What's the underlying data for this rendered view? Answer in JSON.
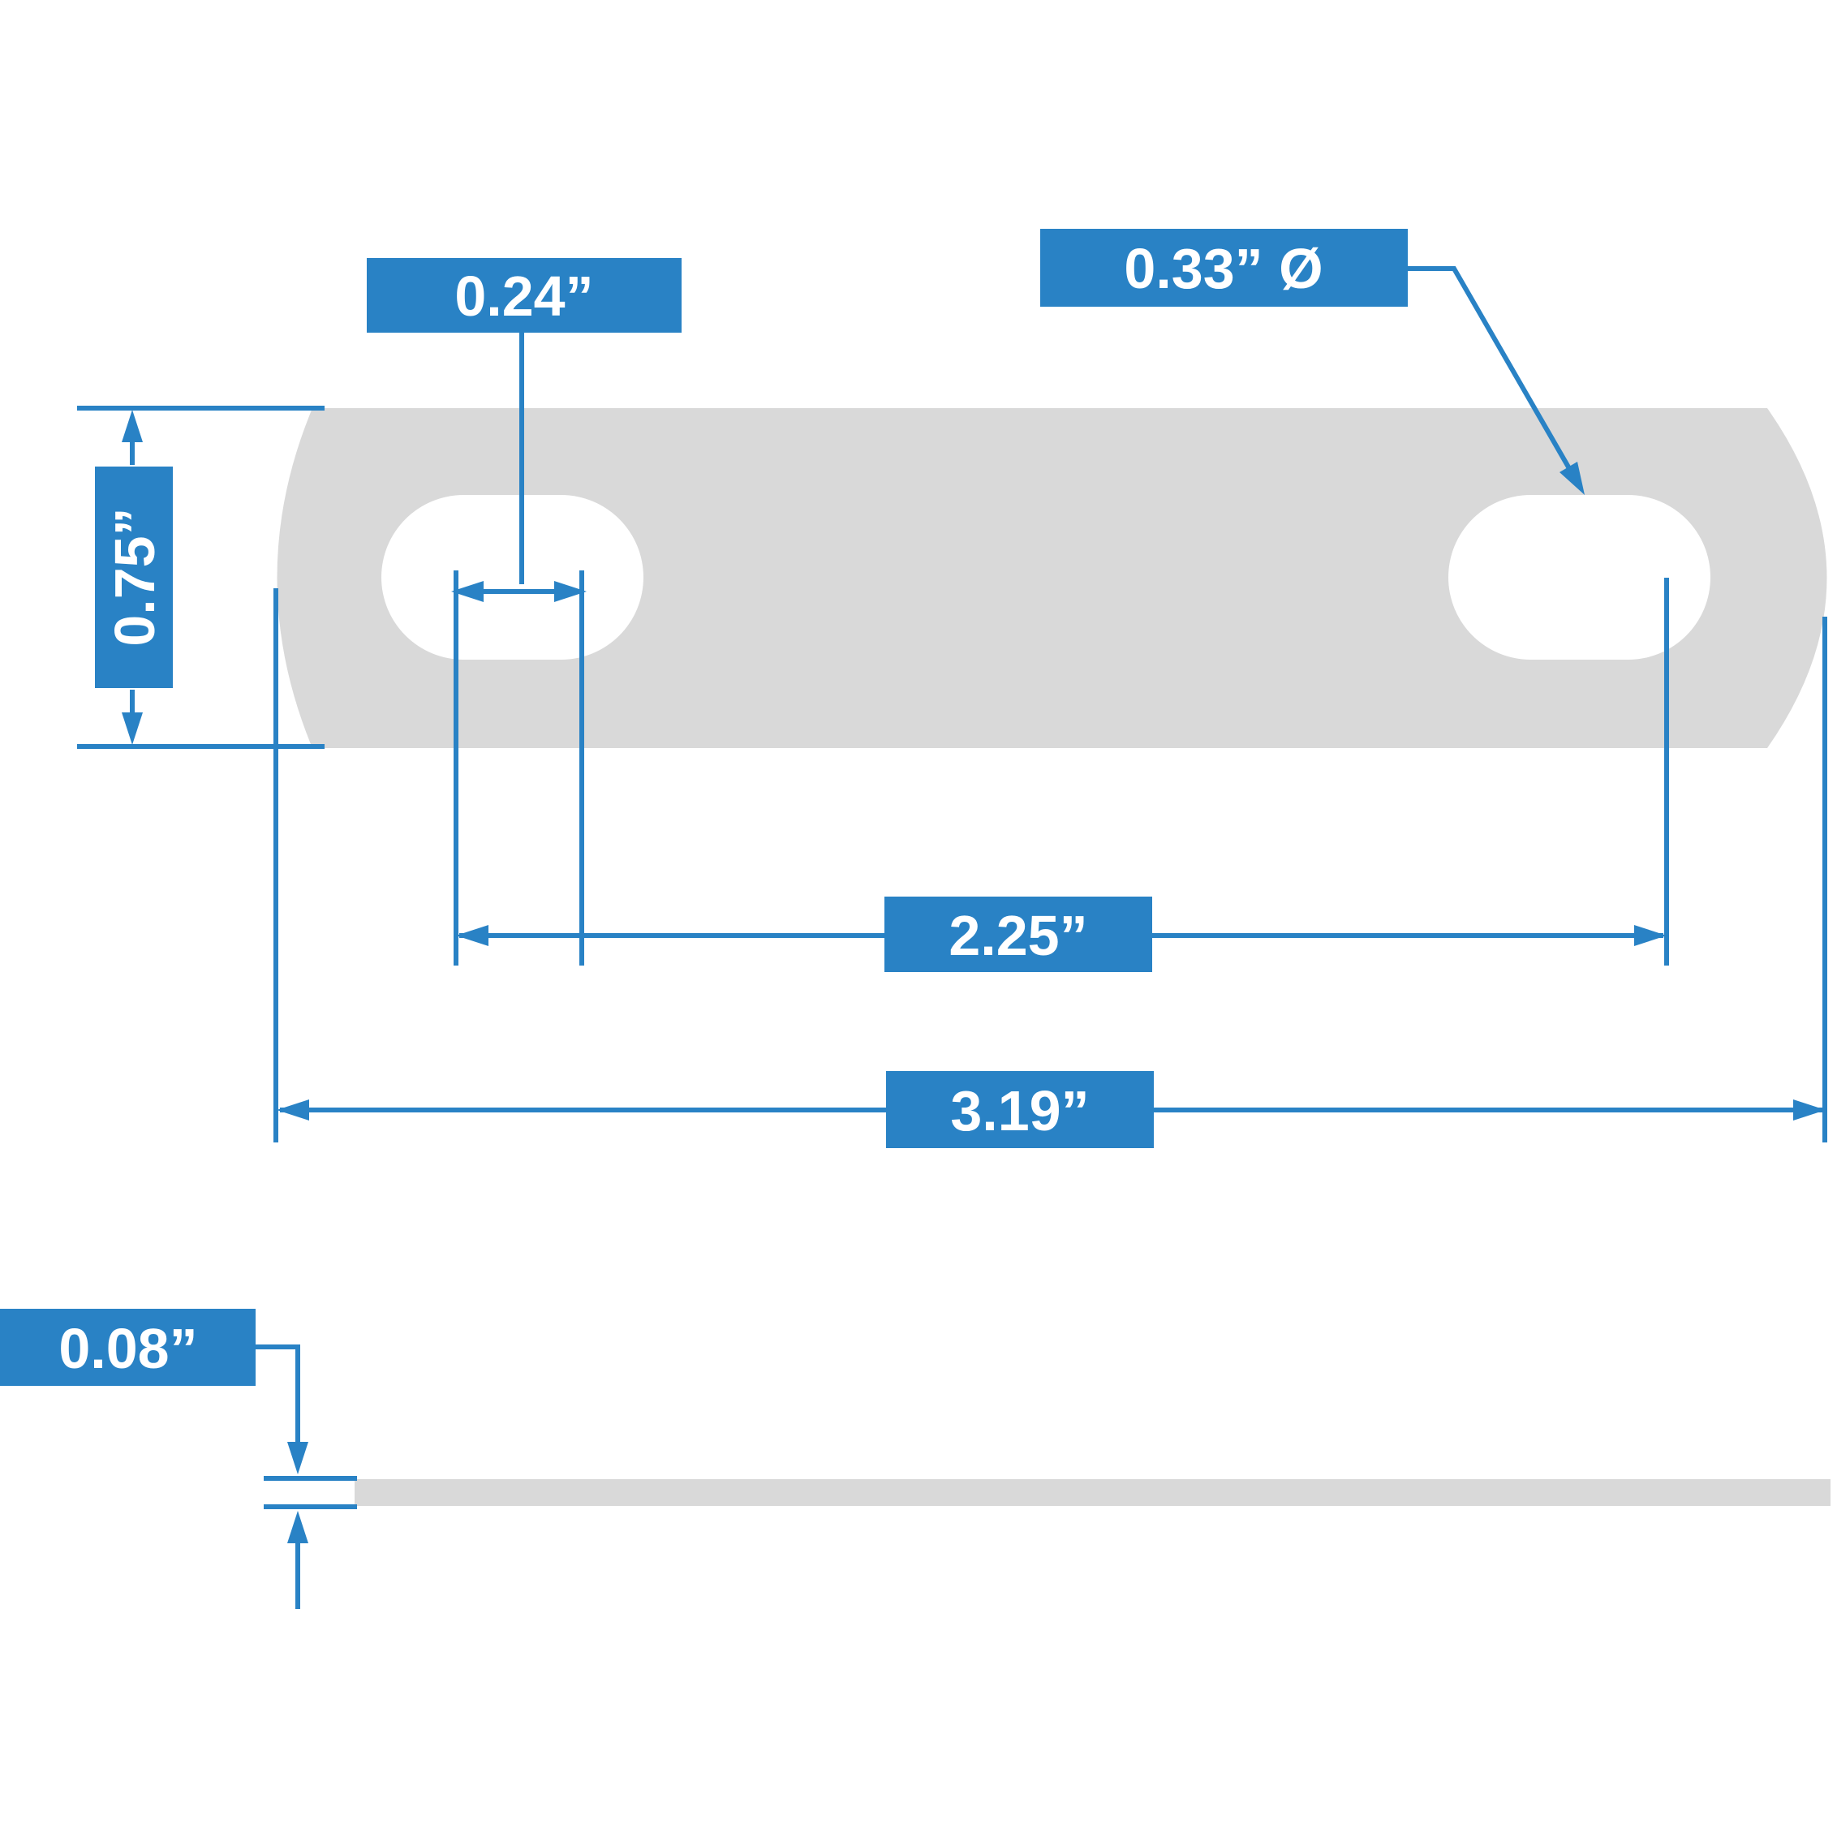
{
  "colors": {
    "accent_blue": "#2982c5",
    "plate_gray": "#d9d9d9",
    "label_text_white": "#ffffff",
    "background": "#ffffff"
  },
  "dimensions": {
    "slot_width": {
      "label": "0.24”",
      "inches": 0.24
    },
    "hole_diameter": {
      "label": "0.33” Ø",
      "inches": 0.33
    },
    "strap_width": {
      "label": "0.75”",
      "inches": 0.75
    },
    "hole_spacing": {
      "label": "2.25”",
      "inches": 2.25
    },
    "overall_length": {
      "label": "3.19”",
      "inches": 3.19
    },
    "thickness": {
      "label": "0.08”",
      "inches": 0.08
    }
  }
}
